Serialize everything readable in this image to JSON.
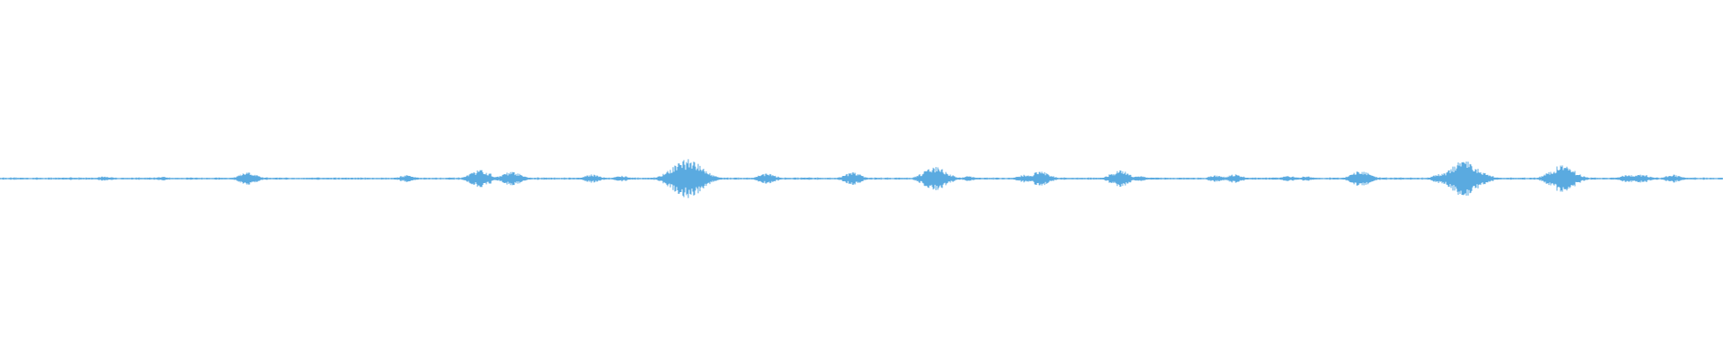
{
  "colors": {
    "background": "#ffffff",
    "waveform": "#5aaae0"
  },
  "waveform": {
    "amplitude_max": 1.0,
    "bursts": [
      {
        "pos": 0.012,
        "amp": 0.05
      },
      {
        "pos": 0.042,
        "amp": 0.07
      },
      {
        "pos": 0.061,
        "amp": 0.12
      },
      {
        "pos": 0.094,
        "amp": 0.1
      },
      {
        "pos": 0.115,
        "amp": 0.05
      },
      {
        "pos": 0.144,
        "amp": 0.32
      },
      {
        "pos": 0.183,
        "amp": 0.07
      },
      {
        "pos": 0.236,
        "amp": 0.18
      },
      {
        "pos": 0.279,
        "amp": 0.45
      },
      {
        "pos": 0.297,
        "amp": 0.36
      },
      {
        "pos": 0.344,
        "amp": 0.22
      },
      {
        "pos": 0.361,
        "amp": 0.15
      },
      {
        "pos": 0.392,
        "amp": 0.25
      },
      {
        "pos": 0.399,
        "amp": 1.0
      },
      {
        "pos": 0.445,
        "amp": 0.28
      },
      {
        "pos": 0.495,
        "amp": 0.32
      },
      {
        "pos": 0.543,
        "amp": 0.62
      },
      {
        "pos": 0.562,
        "amp": 0.12
      },
      {
        "pos": 0.595,
        "amp": 0.2
      },
      {
        "pos": 0.604,
        "amp": 0.38
      },
      {
        "pos": 0.65,
        "amp": 0.42
      },
      {
        "pos": 0.661,
        "amp": 0.15
      },
      {
        "pos": 0.706,
        "amp": 0.18
      },
      {
        "pos": 0.717,
        "amp": 0.22
      },
      {
        "pos": 0.748,
        "amp": 0.14
      },
      {
        "pos": 0.758,
        "amp": 0.12
      },
      {
        "pos": 0.79,
        "amp": 0.4
      },
      {
        "pos": 0.836,
        "amp": 0.25
      },
      {
        "pos": 0.85,
        "amp": 0.92
      },
      {
        "pos": 0.862,
        "amp": 0.22
      },
      {
        "pos": 0.907,
        "amp": 0.7
      },
      {
        "pos": 0.945,
        "amp": 0.2
      },
      {
        "pos": 0.953,
        "amp": 0.22
      },
      {
        "pos": 0.971,
        "amp": 0.2
      }
    ]
  }
}
